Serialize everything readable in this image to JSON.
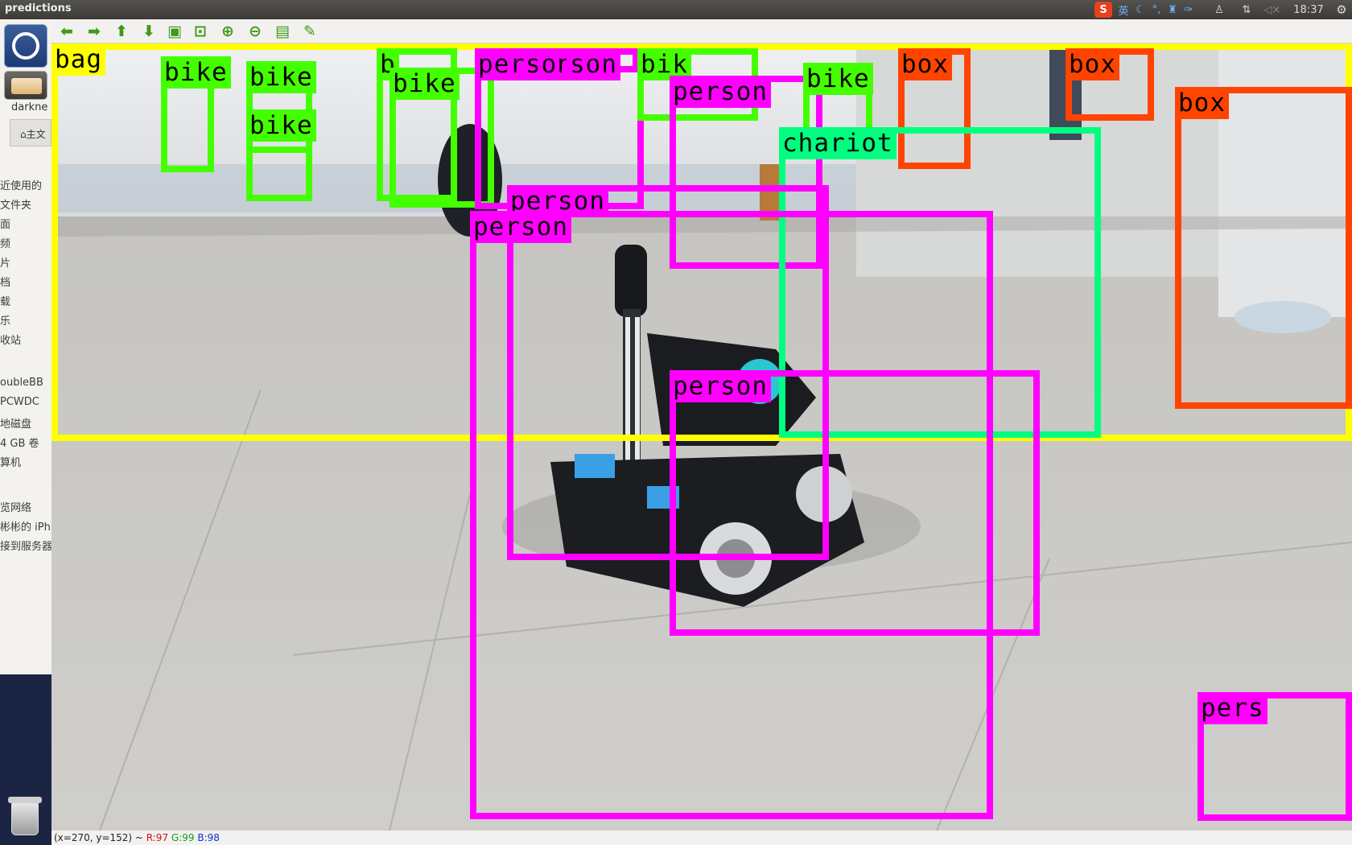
{
  "window": {
    "title": "predictions"
  },
  "panel": {
    "ime_icon": "S",
    "ime_lang": "英",
    "clock": "18:37",
    "icons": [
      "ime-icon",
      "moon-icon",
      "punctuation-icon",
      "shirt-icon",
      "wrench-icon",
      "qq-icon",
      "network-icon",
      "volume-muted-icon",
      "gear-icon"
    ]
  },
  "launcher": {
    "label": "darkne",
    "home_tab": "主文",
    "behind_items": [
      "近使用的",
      "文件夹",
      "面",
      "频",
      "片",
      "档",
      "载",
      "乐",
      "收站",
      "oubleBB",
      "PCWDC",
      "地磁盘",
      "4 GB 卷",
      "算机",
      "览网络",
      "彬彬的 iPh",
      "接到服务器"
    ]
  },
  "toolbar": {
    "buttons": [
      {
        "name": "back-arrow-icon",
        "glyph": "⬅"
      },
      {
        "name": "forward-arrow-icon",
        "glyph": "➡"
      },
      {
        "name": "up-arrow-icon",
        "glyph": "⬆"
      },
      {
        "name": "down-arrow-icon",
        "glyph": "⬇"
      },
      {
        "name": "image-icon",
        "glyph": "▣"
      },
      {
        "name": "fit-window-icon",
        "glyph": "⊡"
      },
      {
        "name": "zoom-in-icon",
        "glyph": "⊕"
      },
      {
        "name": "zoom-out-icon",
        "glyph": "⊖"
      },
      {
        "name": "save-icon",
        "glyph": "▤"
      },
      {
        "name": "brush-icon",
        "glyph": "✎"
      }
    ]
  },
  "status": {
    "coords": "(x=270, y=152) ~ ",
    "r": "R:97",
    "g": "G:99",
    "b": "B:98"
  },
  "colors": {
    "bag": "#ffff00",
    "bike": "#44ff00",
    "person": "#ff00ff",
    "box": "#ff4400",
    "chariot": "#00ff80"
  },
  "detections": [
    {
      "label": "bag",
      "class": "bag"
    },
    {
      "label": "bike",
      "class": "bike"
    },
    {
      "label": "bike",
      "class": "bike"
    },
    {
      "label": "bike",
      "class": "bike"
    },
    {
      "label": "b",
      "class": "bike"
    },
    {
      "label": "bike",
      "class": "bike"
    },
    {
      "label": "person",
      "class": "person"
    },
    {
      "label": "son",
      "class": "person"
    },
    {
      "label": "bik",
      "class": "bike"
    },
    {
      "label": "person",
      "class": "person"
    },
    {
      "label": "bike",
      "class": "bike"
    },
    {
      "label": "box",
      "class": "box"
    },
    {
      "label": "box",
      "class": "box"
    },
    {
      "label": "box",
      "class": "box"
    },
    {
      "label": "chariot",
      "class": "chariot"
    },
    {
      "label": "person",
      "class": "person"
    },
    {
      "label": "person",
      "class": "person"
    },
    {
      "label": "person",
      "class": "person"
    },
    {
      "label": "pers",
      "class": "person"
    }
  ]
}
